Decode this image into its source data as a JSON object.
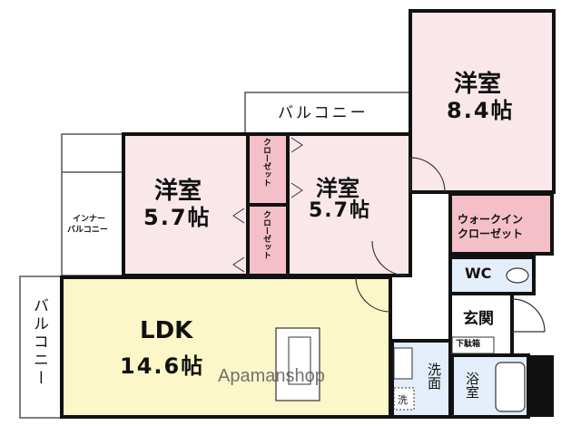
{
  "rooms": {
    "western_84": {
      "name": "洋室",
      "size": "8.4帖"
    },
    "western_57_left": {
      "name": "洋室",
      "size": "5.7帖"
    },
    "western_57_right": {
      "name": "洋室",
      "size": "5.7帖"
    },
    "ldk": {
      "name": "LDK",
      "size": "14.6帖"
    },
    "walkin_closet": {
      "line1": "ウォークイン",
      "line2": "クローゼット"
    },
    "closet_upper": "クローゼット",
    "closet_lower": "クローゼット",
    "wc": "WC",
    "entrance": "玄関",
    "shoe_box": "下駄箱",
    "washroom": "洗面",
    "washer": "洗",
    "bath": "浴室",
    "inner_balcony": {
      "line1": "インナー",
      "line2": "バルコニー"
    },
    "balcony_top": "バルコニー",
    "balcony_left": "バルコニー"
  },
  "watermark": "Apamanshop",
  "colors": {
    "wall": "#111111",
    "room_pink": "#f9e7ea",
    "closet_pink": "#f4bfc8",
    "ldk_yellow": "#fbf7c9",
    "wet_blue": "#e3eefa"
  }
}
